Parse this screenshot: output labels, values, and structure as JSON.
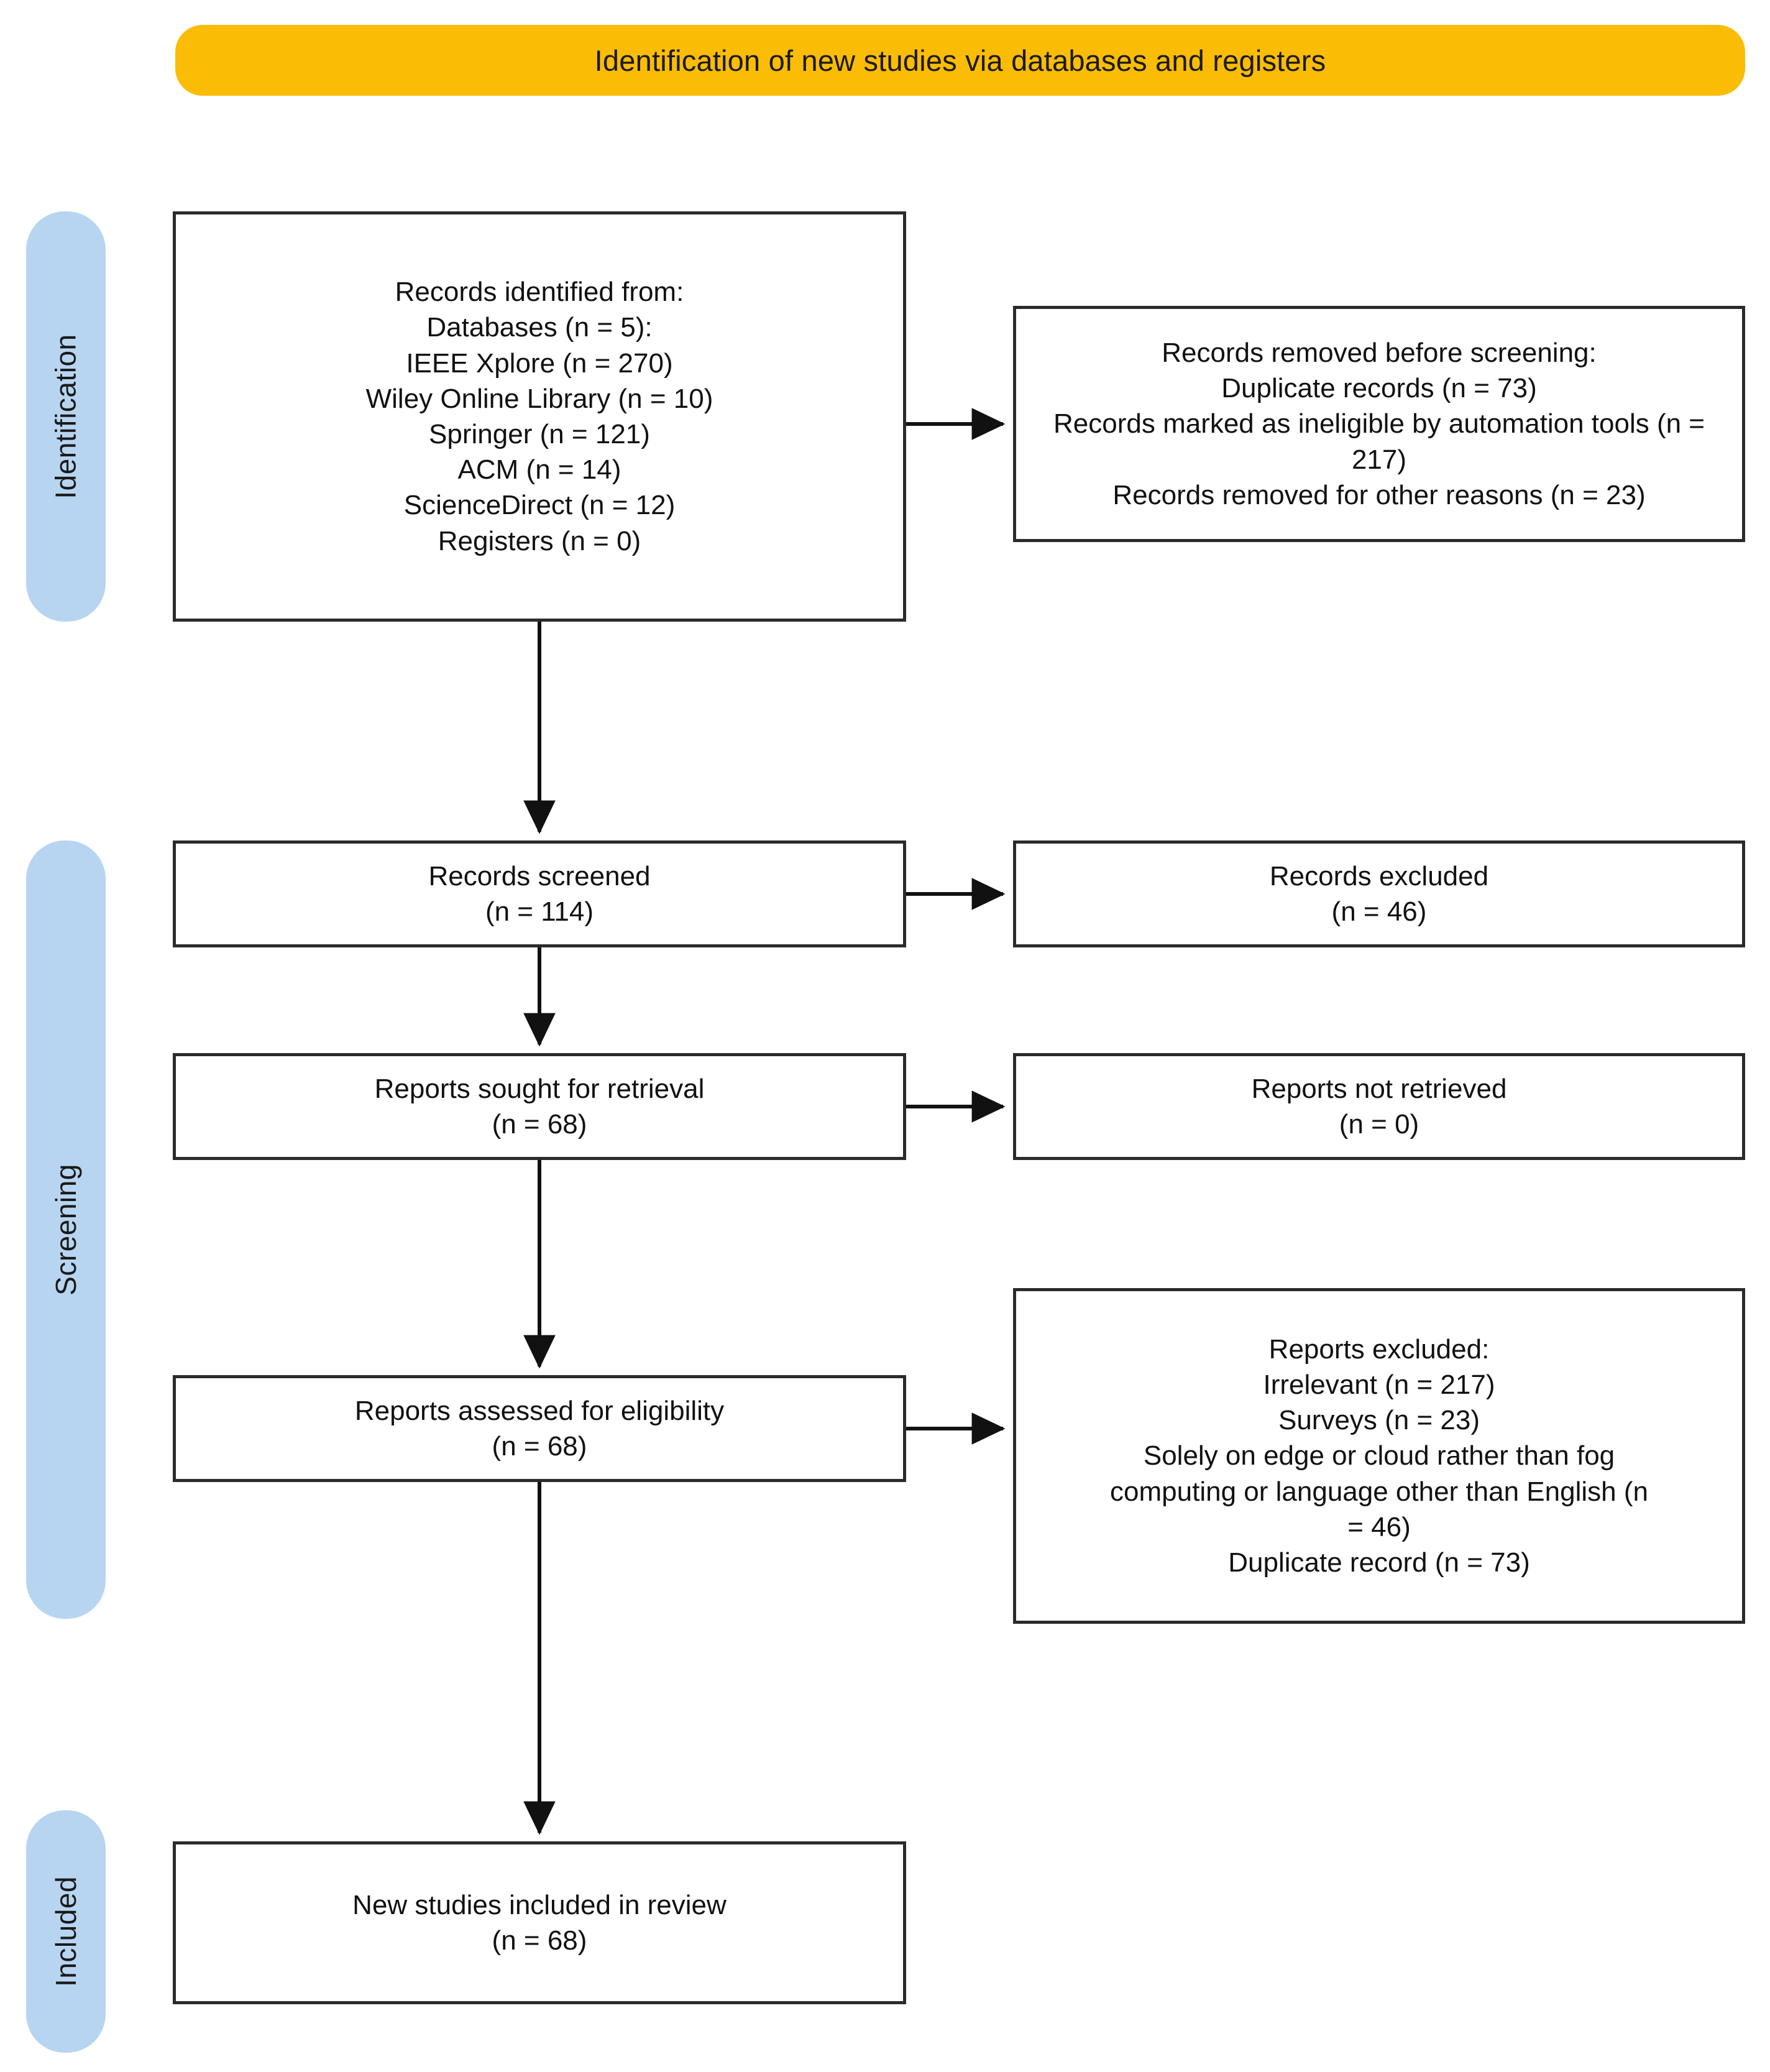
{
  "header": {
    "title": "Identification of new studies via databases and registers",
    "accent_color": "#FBBC05"
  },
  "stages": {
    "accent_color": "#B7D5F0",
    "identification": "Identification",
    "screening": "Screening",
    "included": "Included"
  },
  "boxes": {
    "identified": {
      "name": "records-identified",
      "lines": [
        "Records identified from:",
        "Databases (n = 5):",
        "IEEE Xplore (n = 270)",
        "Wiley Online Library (n = 10)",
        "Springer (n = 121)",
        "ACM (n = 14)",
        "ScienceDirect (n = 12)",
        "Registers (n = 0)"
      ]
    },
    "removed": {
      "name": "records-removed-before-screening",
      "lines": [
        "Records removed before screening:",
        "Duplicate records (n = 73)",
        "Records marked as ineligible by automation tools (n = 217)",
        "Records removed for other reasons (n = 23)"
      ]
    },
    "screened": {
      "name": "records-screened",
      "lines": [
        "Records screened",
        "(n = 114)"
      ]
    },
    "excluded_records": {
      "name": "records-excluded",
      "lines": [
        "Records excluded",
        "(n = 46)"
      ]
    },
    "sought": {
      "name": "reports-sought-for-retrieval",
      "lines": [
        "Reports sought for retrieval",
        "(n = 68)"
      ]
    },
    "not_retrieved": {
      "name": "reports-not-retrieved",
      "lines": [
        "Reports not retrieved",
        "(n = 0)"
      ]
    },
    "eligibility": {
      "name": "reports-assessed-for-eligibility",
      "lines": [
        "Reports assessed for eligibility",
        "(n = 68)"
      ]
    },
    "reports_excluded": {
      "name": "reports-excluded",
      "lines": [
        "Reports excluded:",
        "Irrelevant (n = 217)",
        "Surveys (n = 23)",
        "Solely on edge or cloud rather than fog computing or language other than English (n = 46)",
        "Duplicate record (n = 73)"
      ]
    },
    "included": {
      "name": "new-studies-included-in-review",
      "lines": [
        "New studies included in review",
        "(n = 68)"
      ]
    }
  },
  "flow_data": {
    "type": "prisma-flow",
    "counts": {
      "databases": 5,
      "ieee_xplore": 270,
      "wiley_online_library": 10,
      "springer": 121,
      "acm": 14,
      "sciencedirect": 12,
      "registers": 0,
      "duplicate_records_removed": 73,
      "ineligible_by_automation_tools": 217,
      "removed_other_reasons": 23,
      "records_screened": 114,
      "records_excluded": 46,
      "reports_sought": 68,
      "reports_not_retrieved": 0,
      "reports_assessed": 68,
      "excluded_irrelevant": 217,
      "excluded_surveys": 23,
      "excluded_scope_or_language": 46,
      "excluded_duplicate_record": 73,
      "new_studies_included": 68
    }
  }
}
